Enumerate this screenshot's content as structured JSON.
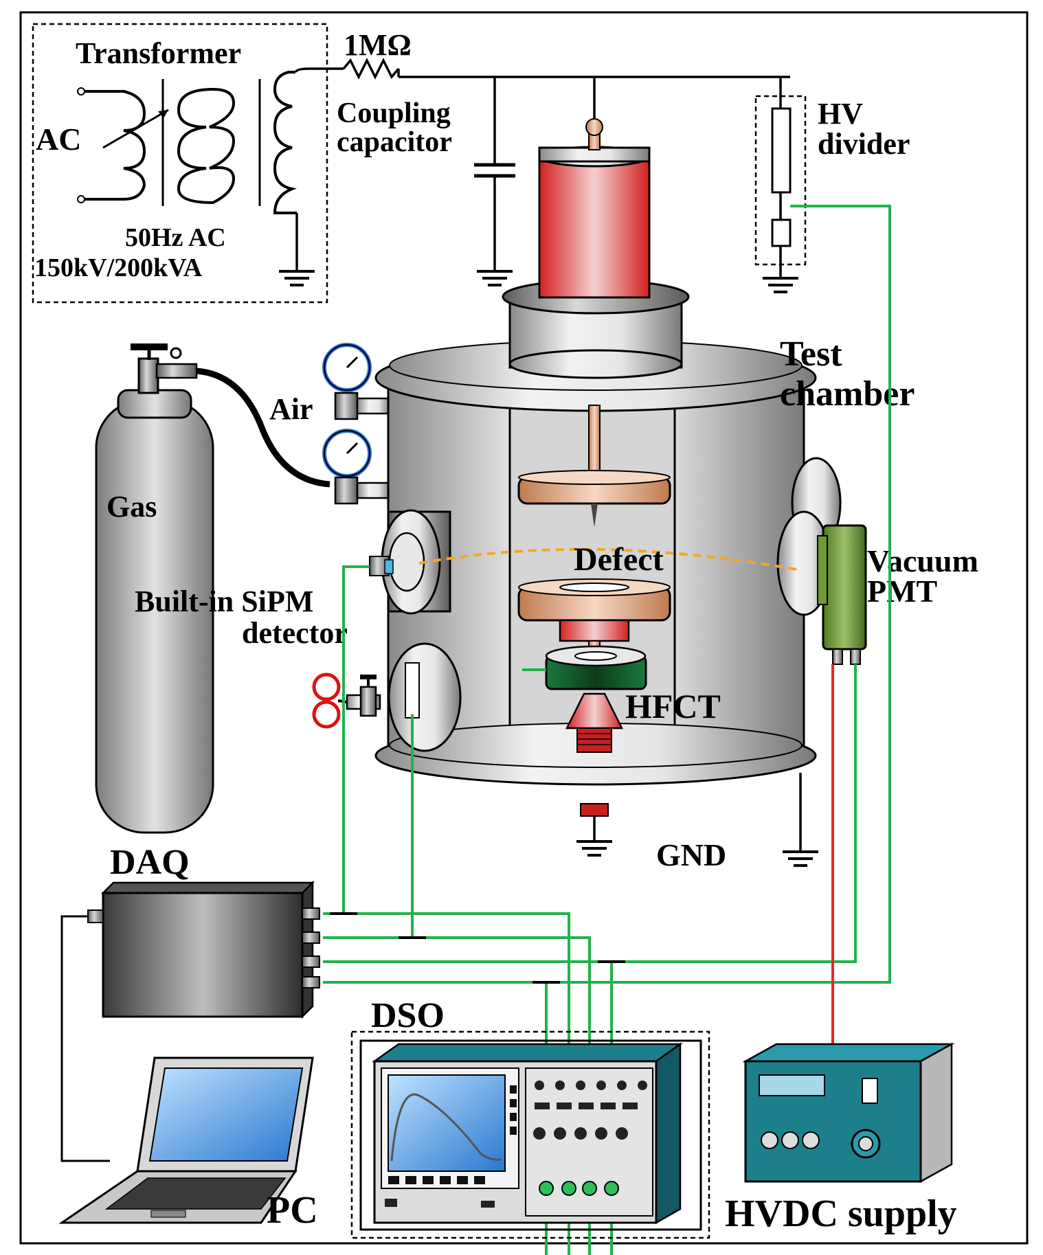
{
  "labels": {
    "transformer": "Transformer",
    "ac": "AC",
    "transformer_rating_1": "50Hz AC",
    "transformer_rating_2": "150kV/200kVA",
    "resistor": "1MΩ",
    "coupling_1": "Coupling",
    "coupling_2": "capacitor",
    "hv_1": "HV",
    "hv_2": "divider",
    "test_1": "Test",
    "test_2": "chamber",
    "air": "Air",
    "gas": "Gas",
    "defect": "Defect",
    "vacuum": "Vacuum",
    "pmt": "PMT",
    "sipm_1": "Built-in SiPM",
    "sipm_2": "detector",
    "hfct": "HFCT",
    "gnd": "GND",
    "daq": "DAQ",
    "dso": "DSO",
    "pc": "PC",
    "hvdc": "HVDC supply"
  },
  "colors": {
    "signal_cable": "#22b24c",
    "hv_cable": "#e8262a",
    "light_path": "#f5a623",
    "bushing": "#d42020",
    "electrode": "#c07a4f",
    "hfct": "#1a7a3c",
    "pmt": "#5c8a2e",
    "dso_body": "#1e7f8c",
    "hvdc_body": "#1e7f8c",
    "gauge_dial": "#2f6fd6",
    "valve": "#e01010"
  },
  "icons": {
    "ground": "ground-symbol-icon",
    "resistor": "resistor-symbol-icon",
    "capacitor": "capacitor-symbol-icon",
    "laptop": "laptop-icon",
    "oscilloscope": "oscilloscope-icon"
  }
}
